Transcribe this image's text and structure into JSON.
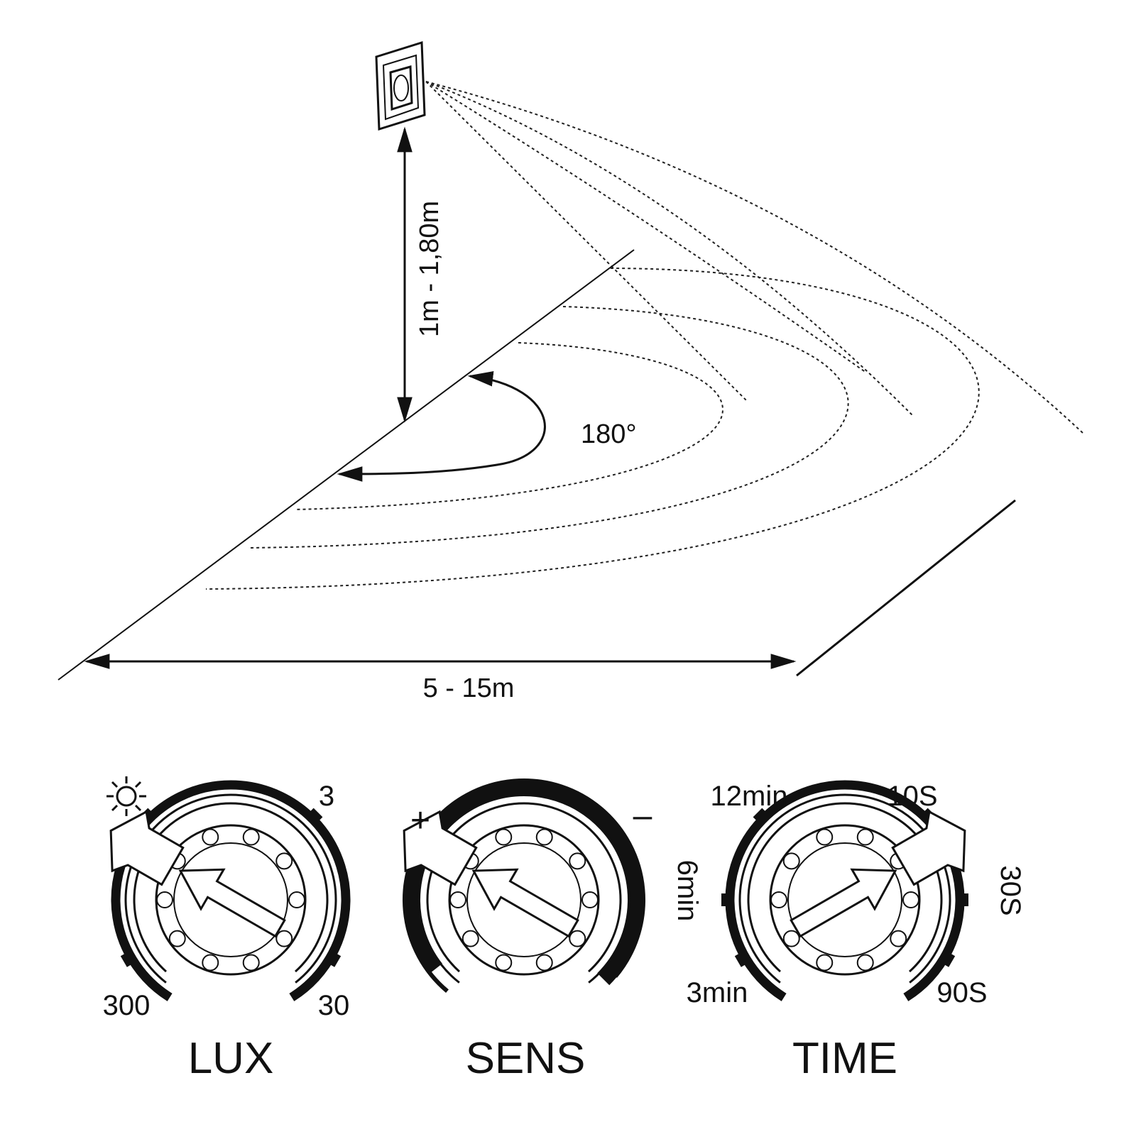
{
  "diagram": {
    "mounting_height": "1m - 1,80m",
    "detection_angle": "180°",
    "detection_range": "5 - 15m"
  },
  "dials": {
    "lux": {
      "title": "LUX",
      "min_icon": "sun-icon",
      "top_right": "3",
      "bottom_left": "300",
      "bottom_right": "30"
    },
    "sens": {
      "title": "SENS",
      "plus": "+",
      "minus": "–"
    },
    "time": {
      "title": "TIME",
      "top_left": "12min",
      "top_right": "10S",
      "left": "6min",
      "right": "30S",
      "bottom_left": "3min",
      "bottom_right": "90S"
    }
  },
  "colors": {
    "ink": "#111111",
    "background": "#ffffff"
  }
}
